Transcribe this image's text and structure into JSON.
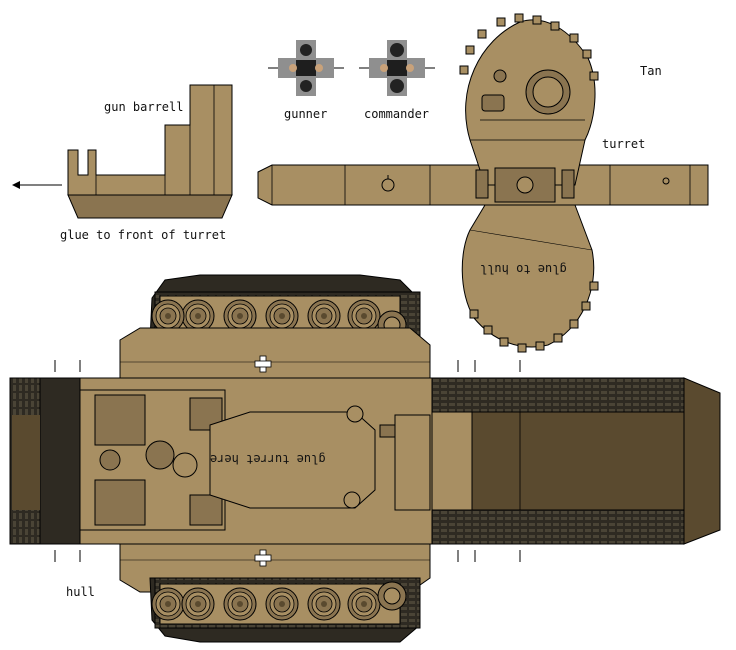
{
  "title": "Tan",
  "labels": {
    "gun_barrel": "gun barrell",
    "glue_front_turret": "glue to front of turret",
    "gunner": "gunner",
    "commander": "commander",
    "turret": "turret",
    "glue_to_hull": "glue to hull",
    "glue_turret_here": "glue turret here",
    "hull": "hull"
  },
  "colors": {
    "tan": "#a88f63",
    "tan_dark": "#8a7450",
    "track_dark": "#2e2a22",
    "olive_dark": "#5a4a2f",
    "line": "#000000"
  },
  "icons": [
    "left-arrow-icon",
    "balkenkreuz-icon",
    "hatch-icon",
    "road-wheel-icon"
  ]
}
